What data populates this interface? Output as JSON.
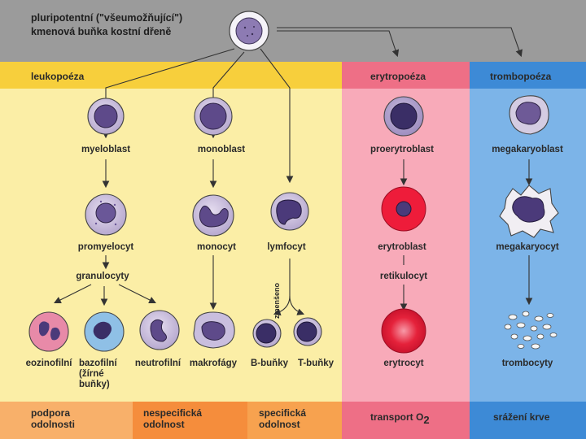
{
  "header": {
    "line1": "pluripotentní (\"všeumožňující\")",
    "line2": "kmenová buňka kostní dřeně"
  },
  "sections": {
    "leukopoeza": "leukopoéza",
    "erytropoeza": "erytropoéza",
    "trombopoeza": "trombopoéza"
  },
  "cells": {
    "myeloblast": "myeloblast",
    "monoblast": "monoblast",
    "proerytroblast": "proerytroblast",
    "megakaryoblast": "megakaryoblast",
    "promyelocyt": "promyelocyt",
    "monocyt": "monocyt",
    "lymfocyt": "lymfocyt",
    "erytroblast": "erytroblast",
    "megakaryocyt": "megakaryocyt",
    "granulocyty": "granulocyty",
    "retikulocyt": "retikulocyt",
    "zmenseno": "zmenšeno",
    "eozinofilni": "eozinofilní",
    "bazofilni_1": "bazofilní",
    "bazofilni_2": "(žírné",
    "bazofilni_3": "buňky)",
    "neutrofilni": "neutrofilní",
    "makrofagy": "makrofágy",
    "b_bunky": "B-buňky",
    "t_bunky": "T-buňky",
    "erytrocyt": "erytrocyt",
    "trombocyty": "trombocyty"
  },
  "footer": {
    "podpora_1": "podpora",
    "podpora_2": "odolnosti",
    "nespec_1": "nespecifická",
    "nespec_2": "odolnost",
    "spec_1": "specifická",
    "spec_2": "odolnost",
    "transport": "transport O",
    "transport_sub": "2",
    "srazeni": "srážení krve"
  },
  "colors": {
    "top_band": "#9b9b9b",
    "yellow_light": "#fbeea6",
    "yellow_header": "#f7cf3c",
    "pink_light": "#f8aab9",
    "pink_header": "#ee6f86",
    "blue_light": "#7cb4e8",
    "blue_header": "#3d8ad6",
    "footer_orange_light": "#f8b06a",
    "footer_orange": "#f58d3c",
    "footer_orange_mid": "#f7a24f",
    "footer_pink": "#ee6f86",
    "footer_blue": "#3d8ad6"
  }
}
